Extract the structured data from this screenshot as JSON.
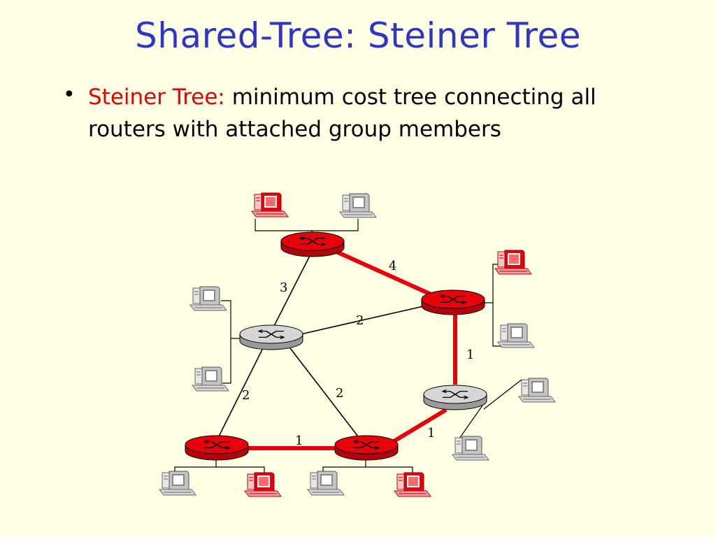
{
  "title": "Shared-Tree: Steiner Tree",
  "bullet": {
    "keyword": "Steiner Tree:",
    "text": " minimum cost tree connecting all routers with attached group members"
  },
  "diagram": {
    "colors": {
      "tree_edge": "#e8000b",
      "normal_edge": "#000000",
      "member_router": "#e8000b",
      "plain_router": "#c8c8c8",
      "member_host": "#e8000b",
      "plain_host": "#b8b8b8"
    },
    "routers": [
      {
        "id": "R1",
        "member": true
      },
      {
        "id": "R2",
        "member": false
      },
      {
        "id": "R3",
        "member": true
      },
      {
        "id": "R4",
        "member": false
      },
      {
        "id": "R5",
        "member": true
      },
      {
        "id": "R6",
        "member": true
      }
    ],
    "links": [
      {
        "from": "R1",
        "to": "R3",
        "cost": "4",
        "in_tree": true
      },
      {
        "from": "R1",
        "to": "R2",
        "cost": "3",
        "in_tree": false
      },
      {
        "from": "R2",
        "to": "R3",
        "cost": "2",
        "in_tree": false
      },
      {
        "from": "R3",
        "to": "R4",
        "cost": "1",
        "in_tree": true
      },
      {
        "from": "R2",
        "to": "R5",
        "cost": "2",
        "in_tree": false
      },
      {
        "from": "R2",
        "to": "R6",
        "cost": "2",
        "in_tree": false
      },
      {
        "from": "R5",
        "to": "R6",
        "cost": "1",
        "in_tree": true
      },
      {
        "from": "R4",
        "to": "R6",
        "cost": "1",
        "in_tree": true
      }
    ]
  }
}
